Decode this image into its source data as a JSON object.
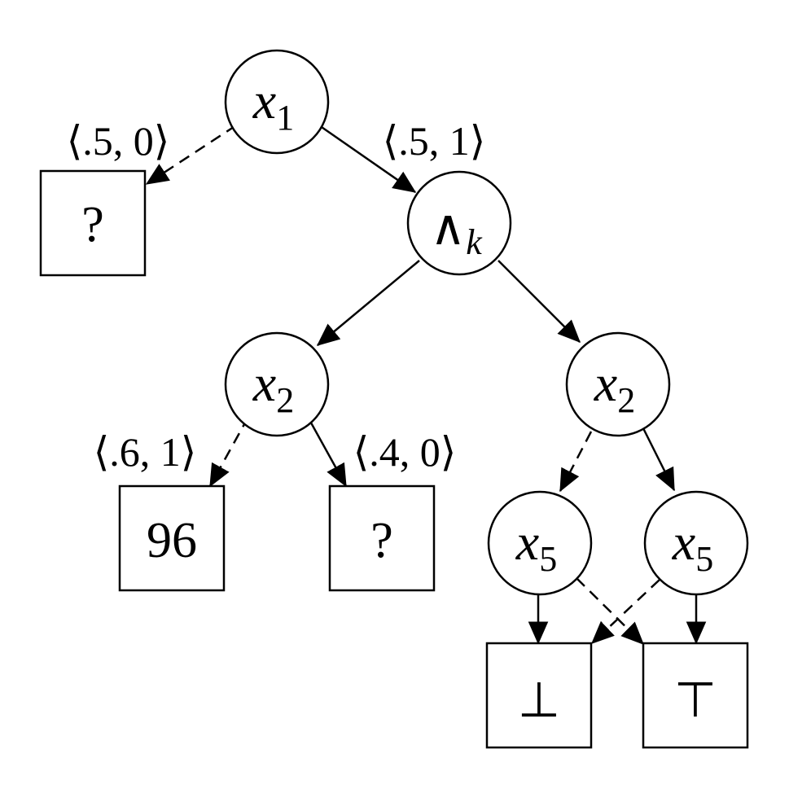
{
  "nodes": {
    "x1": {
      "var": "x",
      "sub": "1"
    },
    "and_k": {
      "op": "∧",
      "sub": "k"
    },
    "x2_left": {
      "var": "x",
      "sub": "2"
    },
    "x2_right": {
      "var": "x",
      "sub": "2"
    },
    "x5_left": {
      "var": "x",
      "sub": "5"
    },
    "x5_right": {
      "var": "x",
      "sub": "5"
    }
  },
  "leaves": {
    "unknown_top": "?",
    "value_96": "96",
    "unknown_mid": "?",
    "bottom": "⊥",
    "top": "⊤"
  },
  "edge_labels": {
    "x1_low": "⟨.5, 0⟩",
    "x1_high": "⟨.5, 1⟩",
    "x2_low": "⟨.6, 1⟩",
    "x2_high": "⟨.4, 0⟩"
  }
}
